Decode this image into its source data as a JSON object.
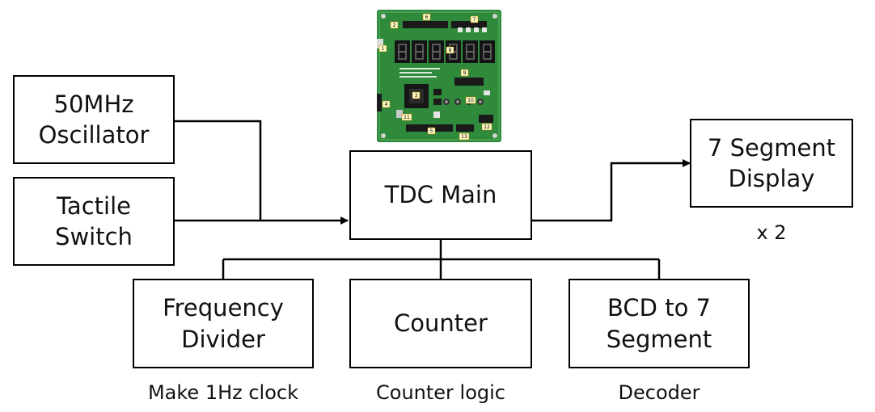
{
  "blocks": {
    "oscillator": {
      "lines": [
        "50MHz",
        "Oscillator"
      ]
    },
    "tactile": {
      "lines": [
        "Tactile",
        "Switch"
      ]
    },
    "main": {
      "lines": [
        "TDC Main"
      ]
    },
    "display": {
      "lines": [
        "7 Segment",
        "Display"
      ]
    },
    "divider": {
      "lines": [
        "Frequency",
        "Divider"
      ]
    },
    "counter": {
      "lines": [
        "Counter"
      ]
    },
    "decoder": {
      "lines": [
        "BCD to 7",
        "Segment"
      ]
    }
  },
  "captions": {
    "display_multiplier": "x 2",
    "divider": "Make 1Hz clock",
    "counter": "Counter logic",
    "decoder": "Decoder"
  },
  "board_photo": {
    "labels": [
      "1",
      "2",
      "3",
      "4",
      "5",
      "6",
      "7",
      "8",
      "9",
      "10",
      "11",
      "12",
      "13"
    ],
    "pcb_color": "#2f8a3c"
  },
  "colors": {
    "line": "#000000",
    "background": "#ffffff"
  }
}
